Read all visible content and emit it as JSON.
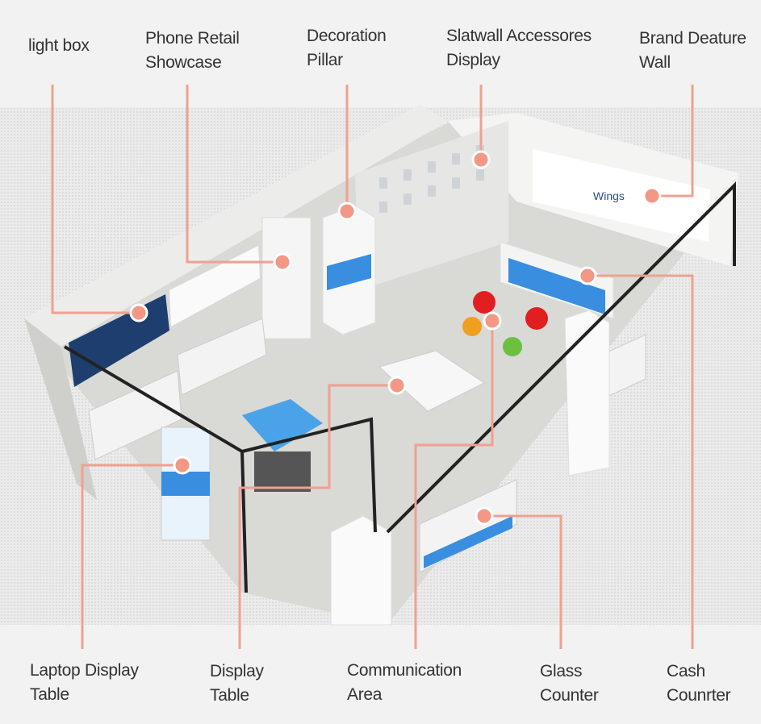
{
  "colors": {
    "leader": "#f0a090",
    "dot": "#f29884",
    "accent": "#3a8ee0",
    "background": "#f2f2f2"
  },
  "top_labels": [
    {
      "id": "light-box",
      "text": "light box"
    },
    {
      "id": "phone-retail-showcase",
      "text": "Phone Retail\nShowcase"
    },
    {
      "id": "decoration-pillar",
      "text": "Decoration\nPillar"
    },
    {
      "id": "slatwall-accessores-display",
      "text": "Slatwall Accessores\nDisplay"
    },
    {
      "id": "brand-deature-wall",
      "text": "Brand Deature\nWall"
    }
  ],
  "bottom_labels": [
    {
      "id": "laptop-display-table",
      "text": "Laptop Display\nTable"
    },
    {
      "id": "display-table",
      "text": "Display\nTable"
    },
    {
      "id": "communication-area",
      "text": "Communication\nArea"
    },
    {
      "id": "glass-counter",
      "text": "Glass\nCounter"
    },
    {
      "id": "cash-counrter",
      "text": "Cash\nCounrter"
    }
  ],
  "brand_logo": "Wings"
}
